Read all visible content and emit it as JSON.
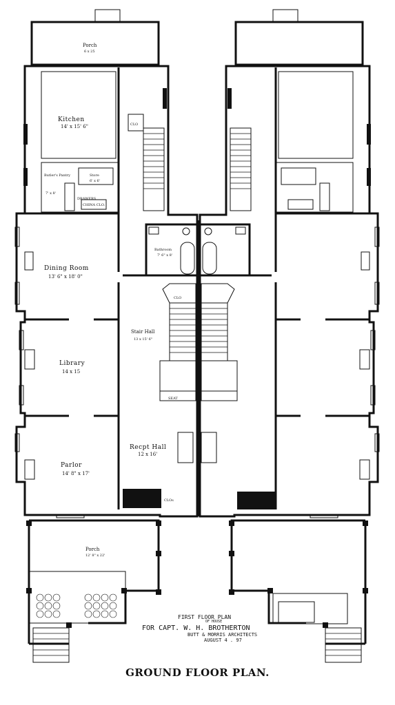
{
  "rooms": {
    "porch_rear": {
      "name": "Porch",
      "size": "6 x 25"
    },
    "kitchen": {
      "name": "Kitchen",
      "size": "14' x 15' 6\""
    },
    "butlers_pantry": {
      "name": "Butler's Pantry",
      "size": "7' x 8'"
    },
    "store": {
      "name": "Store",
      "size": "6' x 6'"
    },
    "dining_room": {
      "name": "Dining Room",
      "size": "13' 6\" x 18' 0\""
    },
    "stair_hall": {
      "name": "Stair Hall",
      "size": "13 x 15' 6\""
    },
    "library": {
      "name": "Library",
      "size": "14 x 15"
    },
    "bathroom": {
      "name": "Bathroom",
      "size": "7' 6\" x 8'"
    },
    "recpt_hall": {
      "name": "Recpt Hall",
      "size": "12 x 16'"
    },
    "parlor": {
      "name": "Parlor",
      "size": "14' 8\" x 17'"
    },
    "porch_front": {
      "name": "Porch",
      "size": "12' 8\" x 22'"
    }
  },
  "small_labels": {
    "clo_top": "CLO",
    "clo_mid": "CLO",
    "seat": "SEAT",
    "china_closet": "CHINA CLO.",
    "drawers": "DRAWERS",
    "clos_hall": "CLOs"
  },
  "title_block": {
    "line1": "FIRST FLOOR PLAN",
    "line2": "OF HOUSE",
    "line3": "FOR CAPT. W. H. BROTHERTON",
    "line4": "BUTT & MORRIS ARCHITECTS",
    "line5": "AUGUST 4 . 97"
  },
  "caption": "GROUND FLOOR PLAN."
}
